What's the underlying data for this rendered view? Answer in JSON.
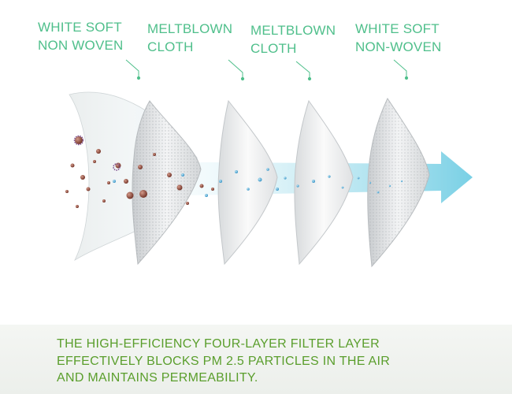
{
  "labels": [
    {
      "lines": [
        "WHITE SOFT",
        "NON WOVEN"
      ]
    },
    {
      "lines": [
        "MELTBLOWN",
        "CLOTH"
      ]
    },
    {
      "lines": [
        "MELTBLOWN",
        "CLOTH"
      ]
    },
    {
      "lines": [
        "WHITE SOFT",
        "NON-WOVEN"
      ]
    }
  ],
  "caption": {
    "lines": [
      "THE HIGH-EFFICIENCY FOUR-LAYER FILTER LAYER",
      "EFFECTIVELY BLOCKS PM 2.5 PARTICLES IN THE AIR",
      "AND MAINTAINS PERMEABILITY."
    ]
  },
  "colors": {
    "label_text": "#4fbf8b",
    "caption_text": "#5a9e2c",
    "arrow": "#7fd3e6",
    "particle": "#8a4a3a",
    "particle_blue": "#4aa7d6"
  },
  "icons": {
    "leader_lines": "callout-hook",
    "arrow": "airflow-arrow",
    "layers": "filter-sheet"
  }
}
